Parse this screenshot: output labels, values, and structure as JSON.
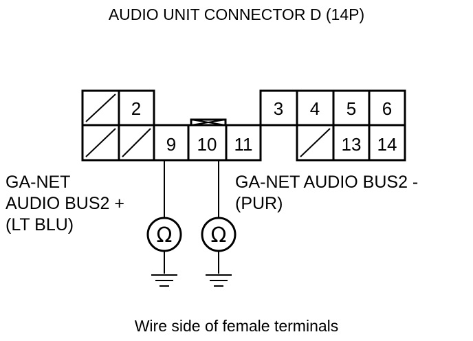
{
  "title": "AUDIO UNIT CONNECTOR D (14P)",
  "caption": "Wire side of female terminals",
  "connector": {
    "top_row": [
      {
        "pin": "",
        "blank": true
      },
      {
        "pin": "2"
      },
      {
        "pin": "3"
      },
      {
        "pin": "4"
      },
      {
        "pin": "5"
      },
      {
        "pin": "6"
      }
    ],
    "bottom_row": [
      {
        "pin": "",
        "blank": true
      },
      {
        "pin": "",
        "blank": true
      },
      {
        "pin": "9"
      },
      {
        "pin": "10"
      },
      {
        "pin": "11"
      },
      {
        "pin": "",
        "blank": true
      },
      {
        "pin": "13"
      },
      {
        "pin": "14"
      }
    ]
  },
  "left_label": {
    "line1": "GA-NET",
    "line2": "AUDIO BUS2 +",
    "line3": "(LT BLU)"
  },
  "right_label": {
    "line1": "GA-NET AUDIO BUS2 -",
    "line2": "(PUR)"
  },
  "meter_symbol": "Ω"
}
